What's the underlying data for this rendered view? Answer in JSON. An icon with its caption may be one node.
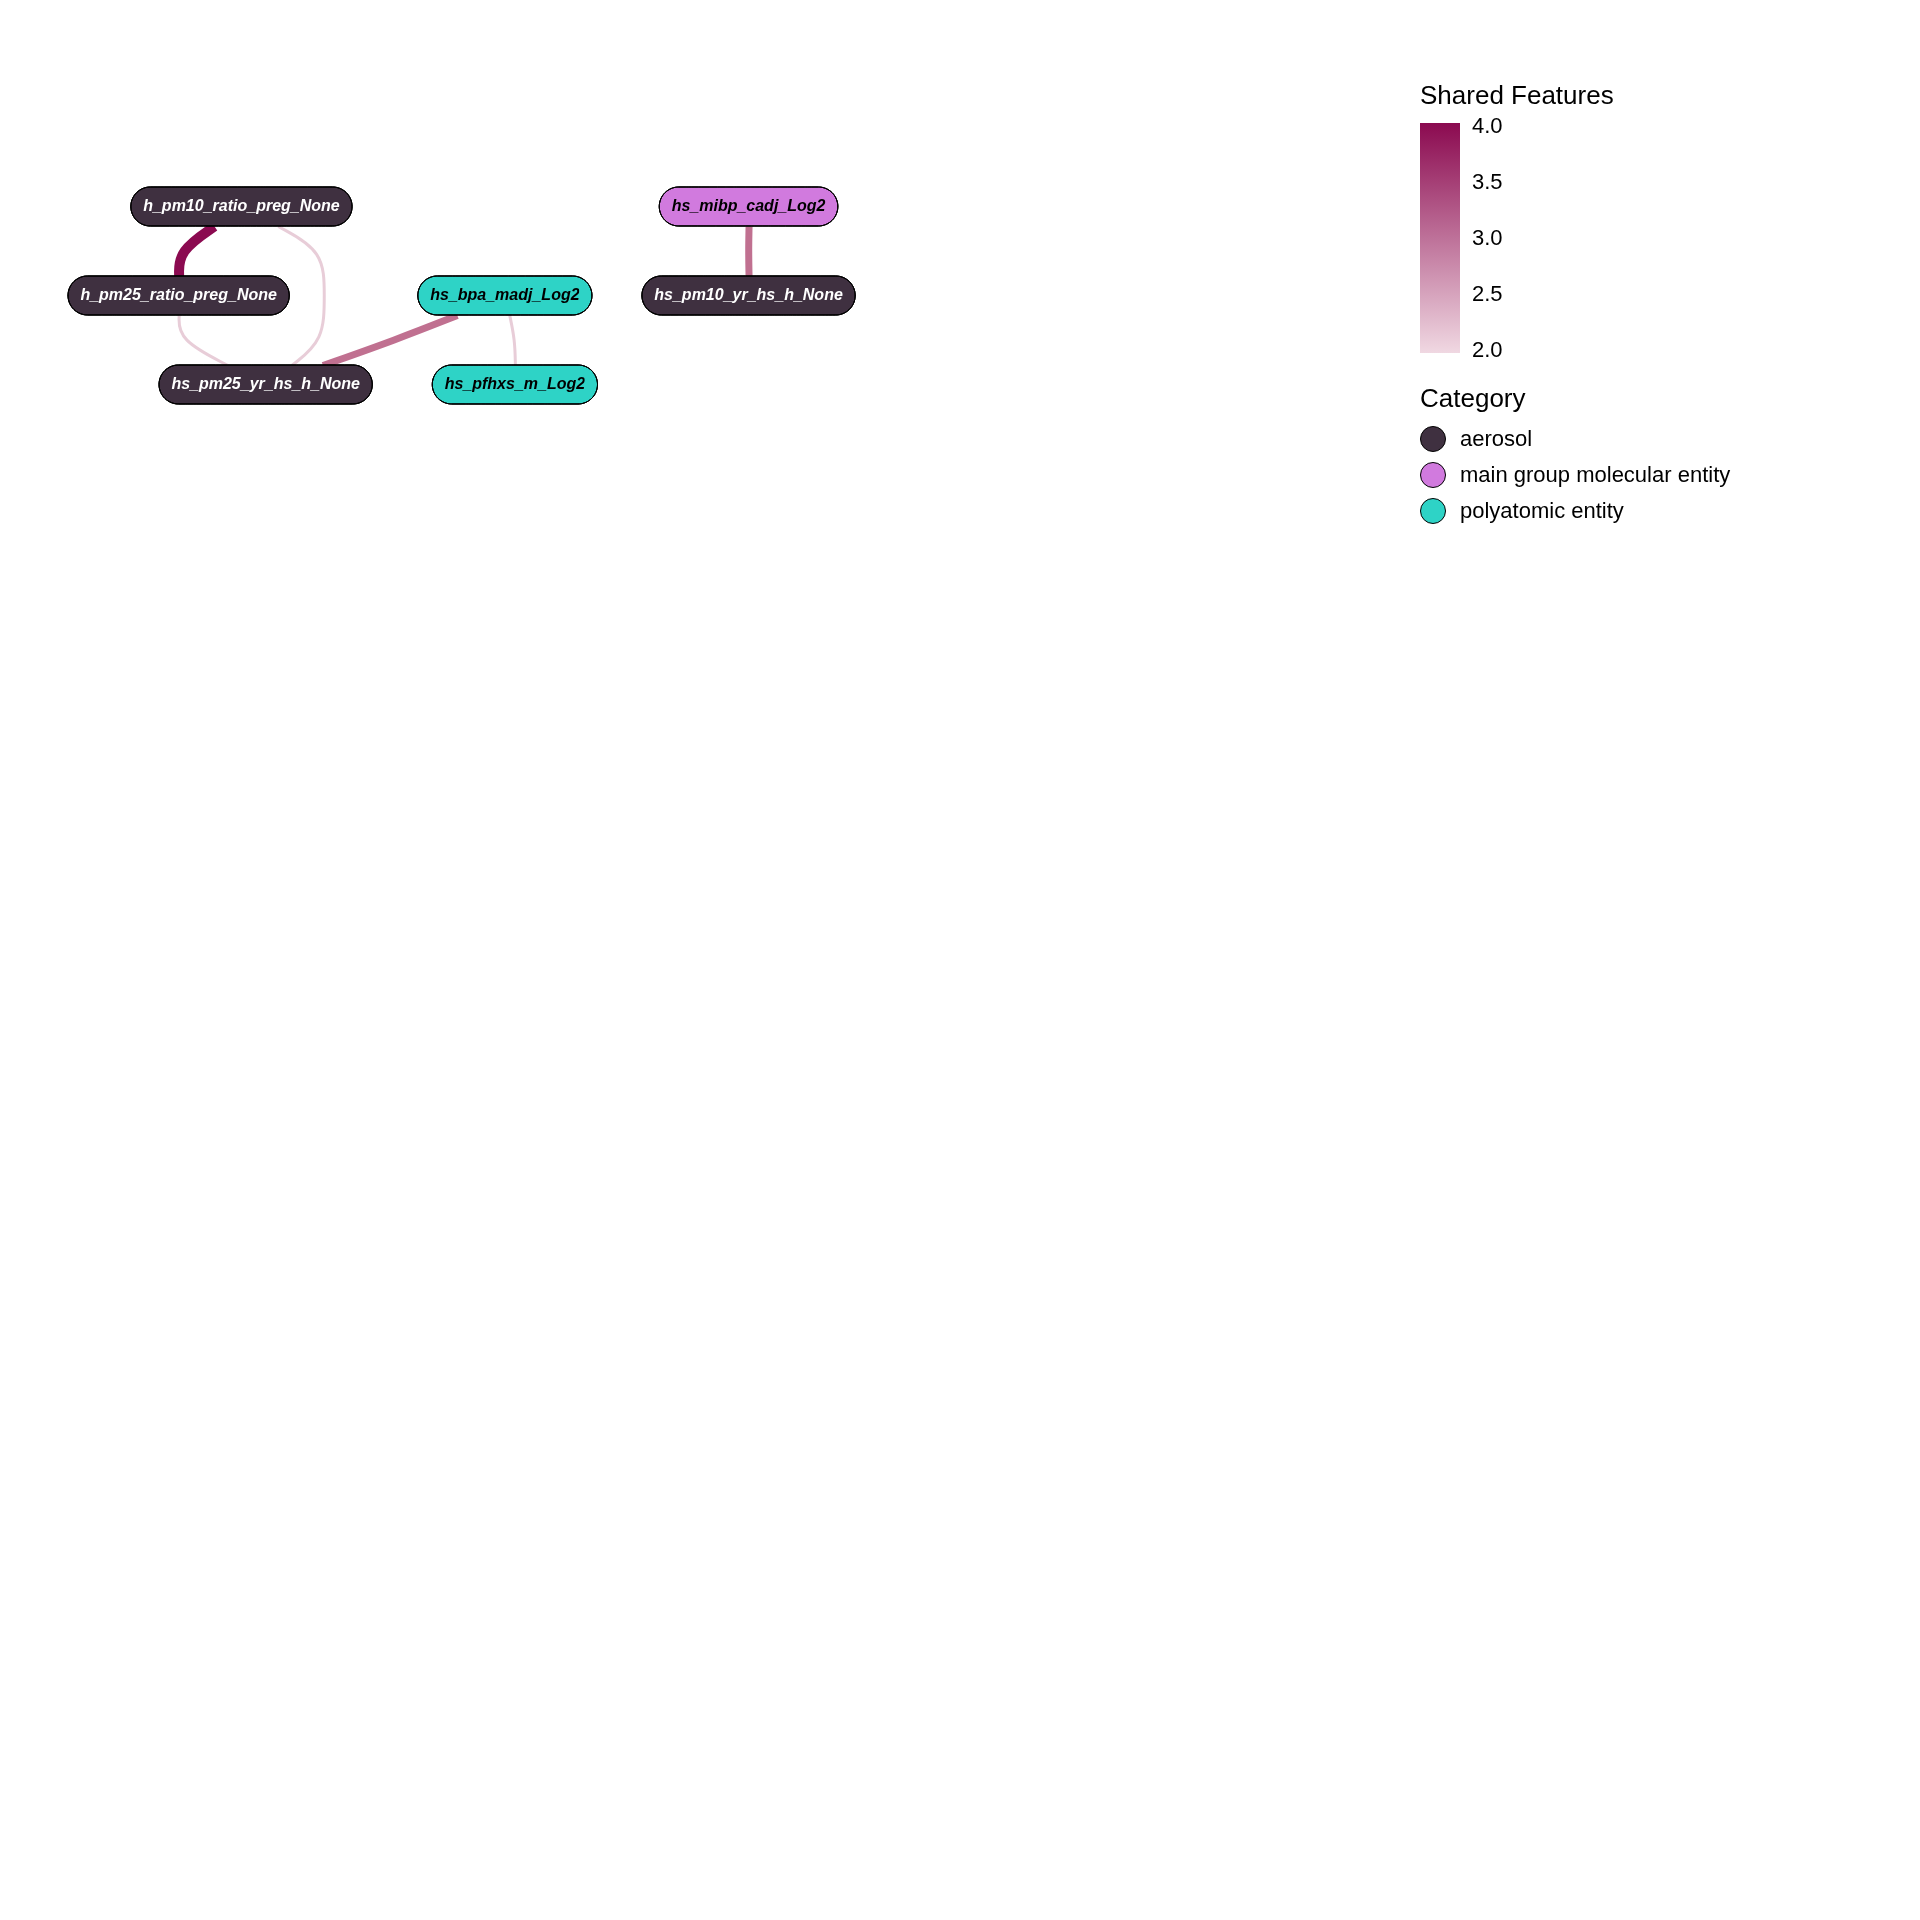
{
  "diagram": {
    "nodes": [
      {
        "text": [
          "h_pm10_ratio_preg_None"
        ]
      },
      {
        "text": [
          "h_pm25_ratio_preg_None"
        ]
      },
      {
        "text": [
          "hs_pm10_yr_hs_h_None"
        ]
      },
      {
        "text": [
          "hs_pm25_yr_hs_h_None"
        ]
      },
      {
        "text": [
          "hs_pfhxs_m_Log2"
        ]
      },
      {
        "text": [
          "hs_bpa_madj_Log2"
        ]
      },
      {
        "text": [
          "hs_mibp_cadj_Log2"
        ]
      }
    ],
    "edges": [
      {
        "from": 0,
        "to": 1,
        "arrow": "none",
        "style": "thick",
        "color": "#8b0a50"
      },
      {
        "from": 6,
        "to": 2,
        "arrow": "none",
        "style": "thick",
        "color": "#c07090"
      },
      {
        "from": 5,
        "to": 3,
        "arrow": "none",
        "style": "thick",
        "color": "#c07090"
      },
      {
        "from": 5,
        "to": 4,
        "arrow": "none"
      },
      {
        "from": 0,
        "to": 3,
        "arrow": "none"
      },
      {
        "from": 1,
        "to": 3,
        "arrow": "none"
      }
    ],
    "labels": [
      "Shared Features",
      "4.0",
      "3.5",
      "3.0",
      "2.5",
      "2.0",
      "Category"
    ],
    "legend": [
      {
        "text": "aerosol",
        "color": "#3f3040"
      },
      {
        "text": "main group molecular entity",
        "color": "#d17ade"
      },
      {
        "text": "polyatomic entity",
        "color": "#2ed3c6"
      }
    ]
  }
}
